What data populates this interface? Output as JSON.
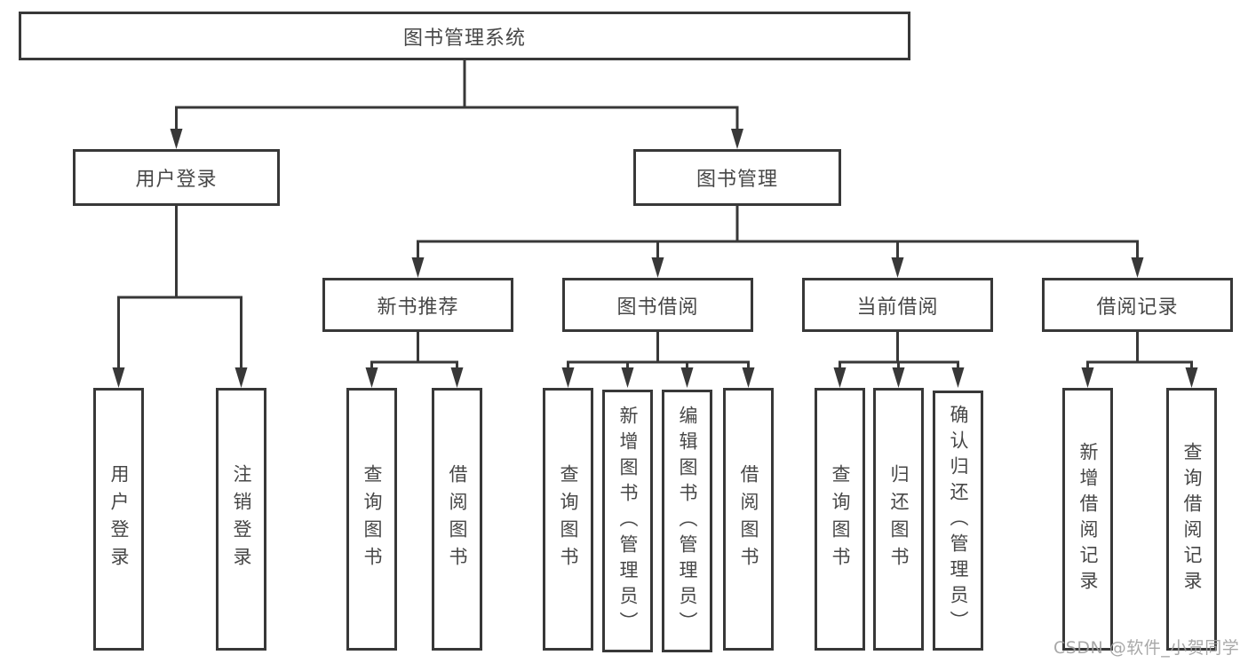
{
  "tree": {
    "root": "图书管理系统",
    "user_login": "用户登录",
    "book_mgmt": "图书管理",
    "new_rec": "新书推荐",
    "borrow": "图书借阅",
    "current": "当前借阅",
    "record": "借阅记录",
    "leaf_user_login": "用户登录",
    "leaf_logout": "注销登录",
    "leaf_rec_query": "查询图书",
    "leaf_rec_borrow": "借阅图书",
    "leaf_borrow_query": "查询图书",
    "leaf_borrow_add": "新增图书（管理员）",
    "leaf_borrow_edit": "编辑图书（管理员）",
    "leaf_borrow_borrow": "借阅图书",
    "leaf_cur_query": "查询图书",
    "leaf_cur_return": "归还图书",
    "leaf_cur_confirm": "确认归还（管理员）",
    "leaf_record_add": "新增借阅记录",
    "leaf_record_query": "查询借阅记录"
  },
  "watermark": "CSDN @软件_小贺同学",
  "colors": {
    "line": "#383838",
    "text": "#474747",
    "watermark": "#9e9e9e",
    "background": "#ffffff"
  }
}
